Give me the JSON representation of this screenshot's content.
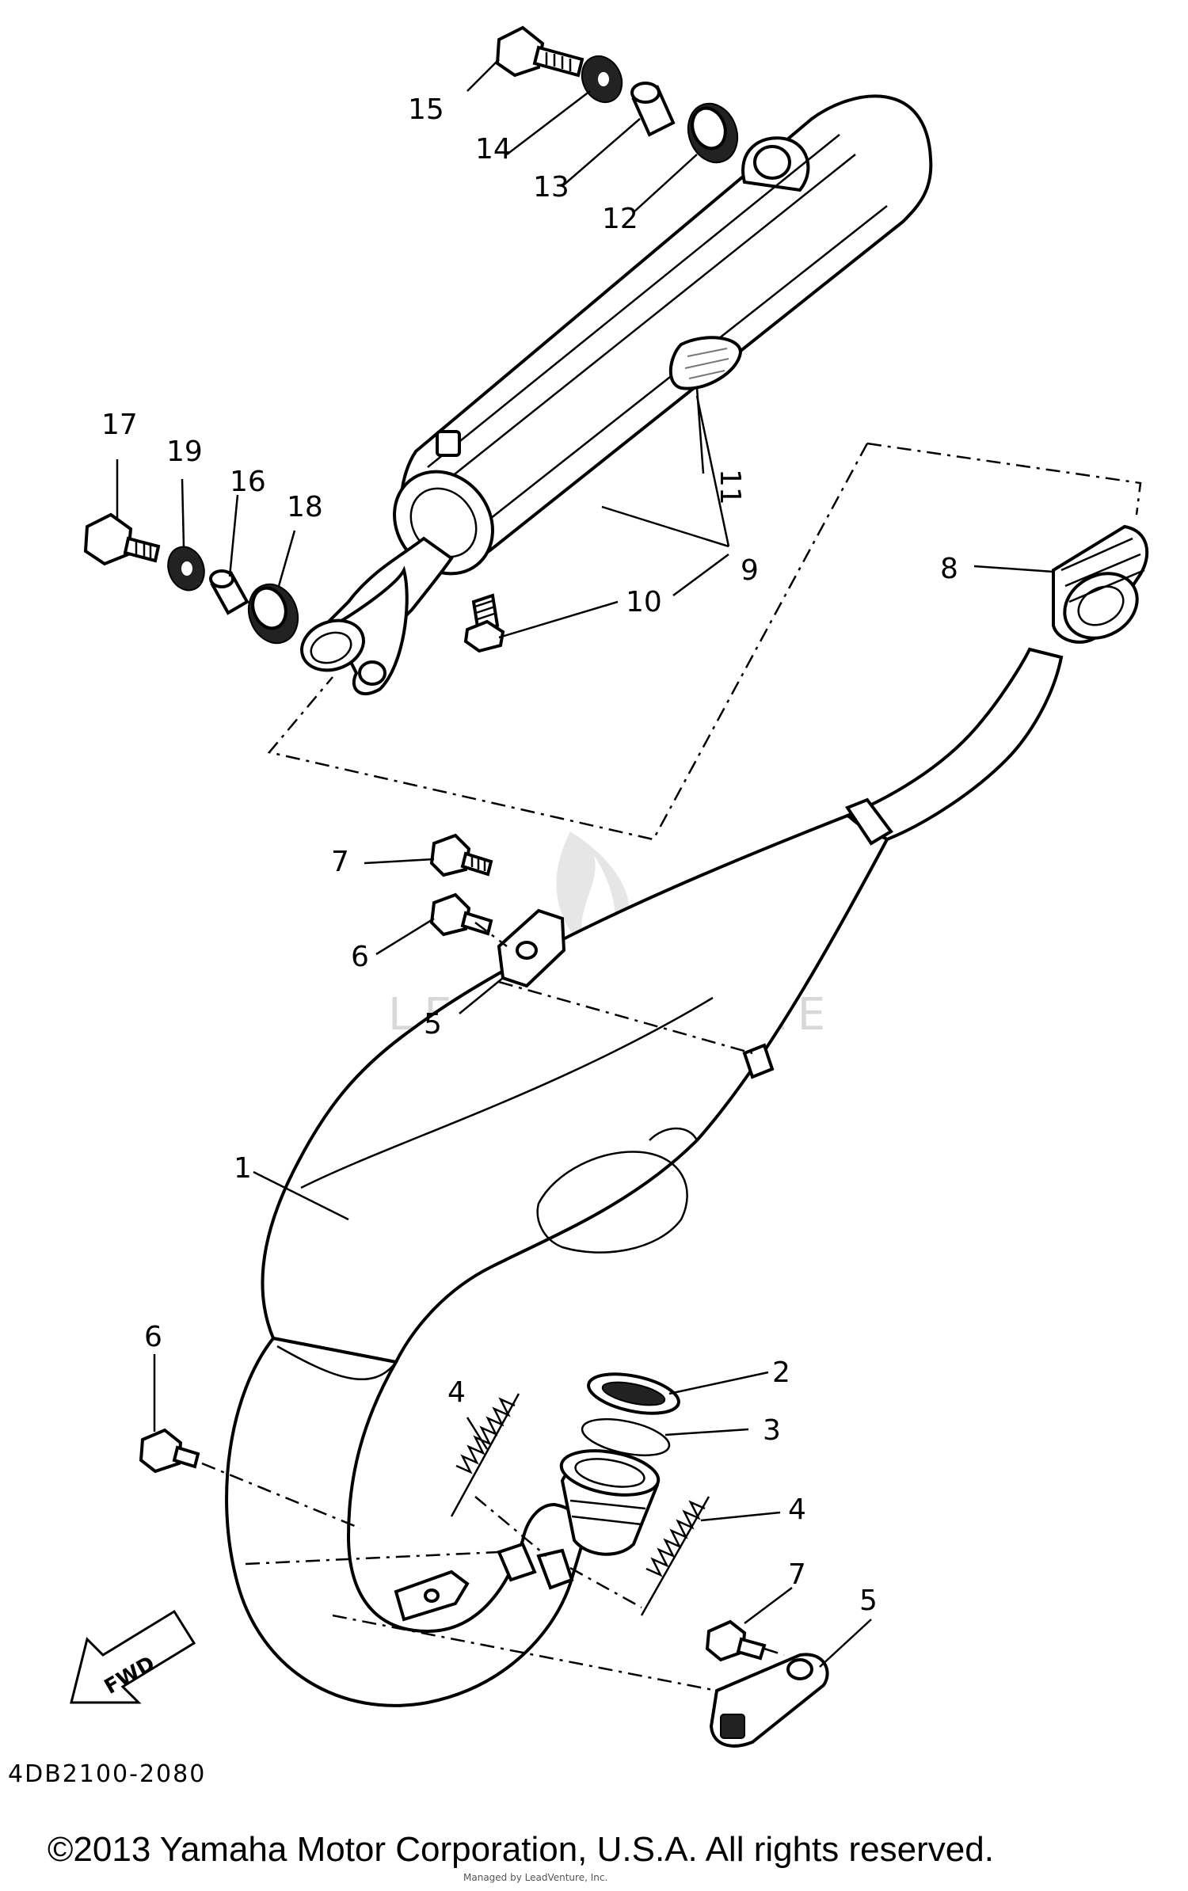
{
  "callouts": {
    "p1": "1",
    "p2": "2",
    "p3": "3",
    "p4a": "4",
    "p4b": "4",
    "p5a": "5",
    "p5b": "5",
    "p6a": "6",
    "p6b": "6",
    "p7a": "7",
    "p7b": "7",
    "p8": "8",
    "p9": "9",
    "p10": "10",
    "p11": "11",
    "p12": "12",
    "p13": "13",
    "p14": "14",
    "p15": "15",
    "p16": "16",
    "p17": "17",
    "p18": "18",
    "p19": "19"
  },
  "fwd_arrow_label": "FWD",
  "diagram_code": "4DB2100-2080",
  "watermark": "LEADVENTURE",
  "credit_line": "Managed by LeadVenture, Inc.",
  "copyright": "©2013 Yamaha Motor Corporation, U.S.A. All rights reserved."
}
